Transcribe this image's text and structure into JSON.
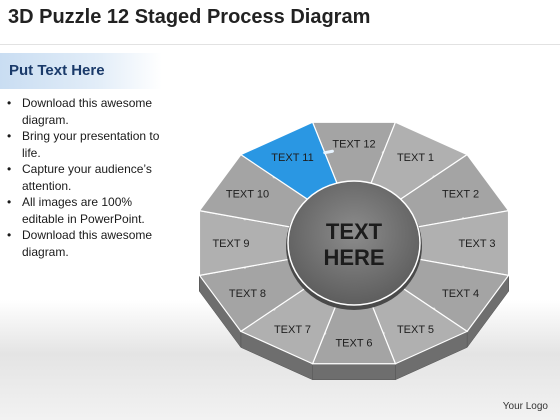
{
  "title": "3D Puzzle 12 Staged Process Diagram",
  "sidebar": {
    "header": "Put Text Here",
    "bullets": [
      "Download this awesome diagram.",
      "Bring your presentation to life.",
      "Capture your audience’s attention.",
      "All images are 100% editable in PowerPoint.",
      "Download this awesome diagram."
    ],
    "bullet_glyph": "•"
  },
  "diagram": {
    "center_line1": "TEXT",
    "center_line2": "HERE",
    "stages": [
      "TEXT 1",
      "TEXT 2",
      "TEXT 3",
      "TEXT 4",
      "TEXT 5",
      "TEXT 6",
      "TEXT 7",
      "TEXT 8",
      "TEXT 9",
      "TEXT 10",
      "TEXT 11",
      "TEXT 12"
    ],
    "highlighted_stage": "TEXT 11",
    "colors": {
      "segment": "#a4a4a4",
      "segment_side": "#6e6e6e",
      "highlight": "#2a97e3",
      "highlight_side": "#1d6eb0",
      "hub": "#7c7c7c"
    }
  },
  "footer": {
    "logo": "Your Logo"
  }
}
